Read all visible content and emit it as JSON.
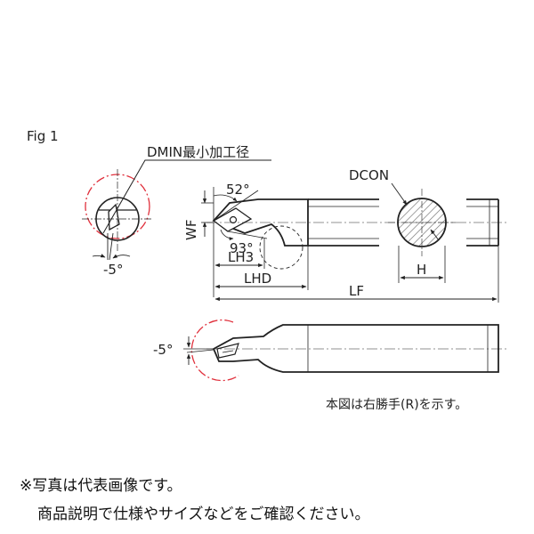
{
  "figure": {
    "title": "Fig 1",
    "caption": "本図は右勝手(R)を示す。",
    "labels": {
      "dmin": "DMIN最小加工径",
      "dcon": "DCON",
      "angle_52": "52°",
      "angle_93": "93°",
      "angle_minus5_front": "-5°",
      "angle_minus5_side": "-5°",
      "wf": "WF",
      "lh3": "LH3",
      "lhd": "LHD",
      "lf": "LF",
      "h": "H"
    },
    "colors": {
      "line": "#222222",
      "accent_red": "#e0303c",
      "hatch": "#666666"
    }
  },
  "notes": {
    "photo_note": "※写真は代表画像です。",
    "spec_note": "商品説明で仕様やサイズなどをご確認ください。"
  }
}
